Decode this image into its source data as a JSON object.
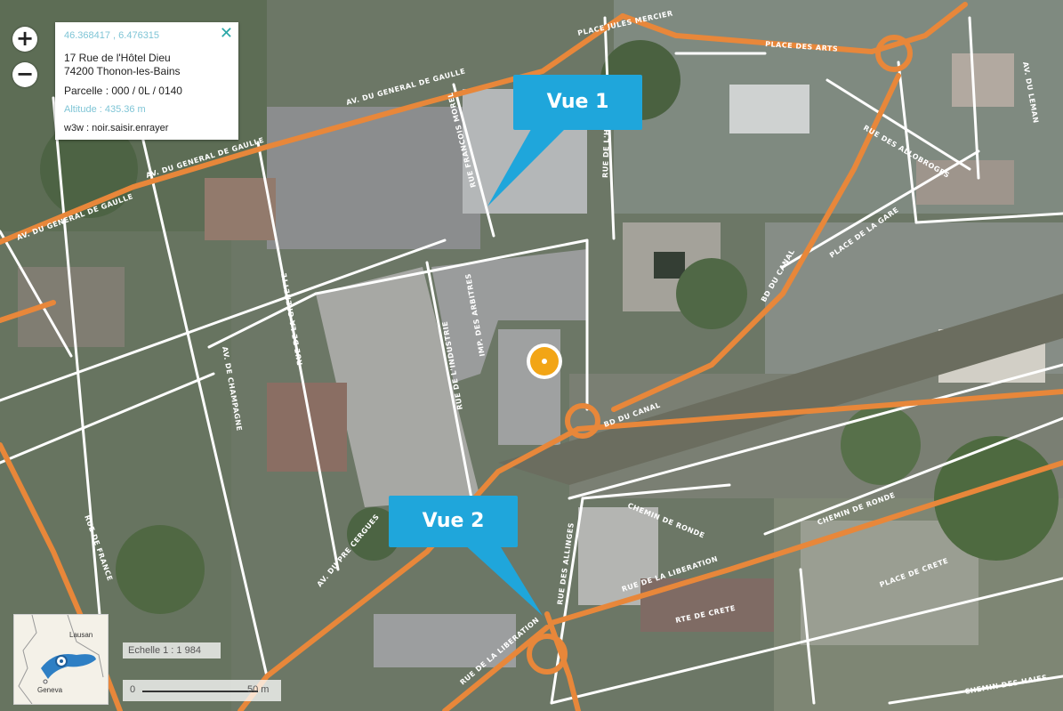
{
  "map": {
    "zoom_in_label": "+",
    "zoom_out_label": "−",
    "road_labels": [
      "AV. DU GENERAL DE GAULLE",
      "AV. DU GENERAL DE GAULLE",
      "AV. DU GENERAL DE GAULLE",
      "PLACE DES ARTS",
      "PLACE JULES MERCIER",
      "RUE DE L'HOTEL DIEU",
      "RUE FRANCOIS MOREL",
      "BD DU CANAL",
      "BD DU CANAL",
      "RUE DES ALLOBROGES",
      "PLACE DE LA GARE",
      "RUE DE L'INDUSTRIE",
      "IMP. DES ARBITRES",
      "RUE DE LA GRENETTE",
      "RUE DE LA LIBERATION",
      "RUE DE LA LIBERATION",
      "CHEMIN DE RONDE",
      "CHEMIN DE RONDE",
      "PLACE DE CRETE",
      "RUE DES ALLINGES",
      "AV. DU PRE CERGUES",
      "RTE DE CRETE",
      "AV. DE CHAMPAGNE",
      "CHEMIN DES HAIES",
      "AV. DU LEMAN",
      "RUE DE FRANCE"
    ]
  },
  "popup": {
    "coords": "46.368417 , 6.476315",
    "address_line1": "17 Rue de l'Hôtel Dieu",
    "address_line2": "74200 Thonon-les-Bains",
    "parcel": "Parcelle : 000 / 0L / 0140",
    "altitude": "Altitude : 435.36 m",
    "w3w": "w3w : noir.saisir.enrayer",
    "close_label": "✕"
  },
  "callouts": {
    "vue1": "Vue 1",
    "vue2": "Vue 2"
  },
  "minimap": {
    "label_lausanne": "Lausan",
    "label_geneva": "Geneva"
  },
  "scale": {
    "ratio_text": "Echelle 1 : 1 984",
    "zero": "0",
    "distance": "50 m"
  },
  "colors": {
    "main_road": "#e8873a",
    "street": "#ffffff",
    "callout": "#1fa6db",
    "marker": "#f2a516"
  }
}
